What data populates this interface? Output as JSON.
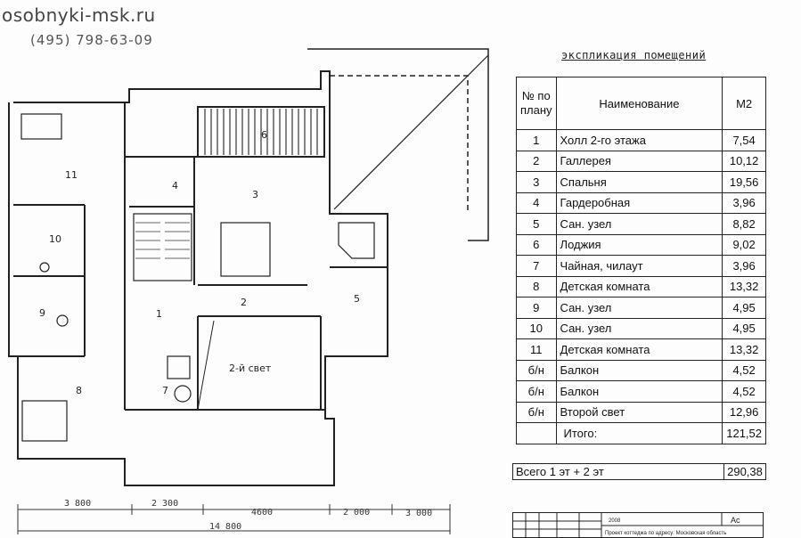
{
  "header": {
    "site": "osobnyki-msk.ru",
    "phone": "(495)  798-63-09"
  },
  "plan": {
    "rooms": [
      "1",
      "2",
      "3",
      "4",
      "5",
      "6",
      "7",
      "8",
      "9",
      "10",
      "11"
    ],
    "second_light": "2-й свет",
    "dimensions": [
      "3 800",
      "2 300",
      "4600",
      "2 000",
      "3 000"
    ],
    "total_dimension": "14 800"
  },
  "explication": {
    "title": "экспликация помещений",
    "headers": {
      "num": "№ по плану",
      "name": "Наименование",
      "area": "М2"
    },
    "rows": [
      {
        "num": "1",
        "name": "Холл 2-го этажа",
        "area": "7,54"
      },
      {
        "num": "2",
        "name": "Галлерея",
        "area": "10,12"
      },
      {
        "num": "3",
        "name": "Спальня",
        "area": "19,56"
      },
      {
        "num": "4",
        "name": "Гардеробная",
        "area": "3,96"
      },
      {
        "num": "5",
        "name": "Сан. узел",
        "area": "8,82"
      },
      {
        "num": "6",
        "name": "Лоджия",
        "area": "9,02"
      },
      {
        "num": "7",
        "name": "Чайная, чилаут",
        "area": "3,96"
      },
      {
        "num": "8",
        "name": "Детская комната",
        "area": "13,32"
      },
      {
        "num": "9",
        "name": "Сан. узел",
        "area": "4,95"
      },
      {
        "num": "10",
        "name": "Сан. узел",
        "area": "4,95"
      },
      {
        "num": "11",
        "name": "Детская комната",
        "area": "13,32"
      },
      {
        "num": "б/н",
        "name": "Балкон",
        "area": "4,52"
      },
      {
        "num": "б/н",
        "name": "Балкон",
        "area": "4,52"
      },
      {
        "num": "б/н",
        "name": "Второй свет",
        "area": "12,96"
      }
    ],
    "total": {
      "label": "Итого:",
      "area": "121,52"
    },
    "grand_total": {
      "label": "Всего 1 эт + 2 эт",
      "area": "290,38"
    }
  },
  "stamp": {
    "year": "2008",
    "code": "Ас",
    "project": "Проект коттеджа по адресу: Московская область"
  }
}
